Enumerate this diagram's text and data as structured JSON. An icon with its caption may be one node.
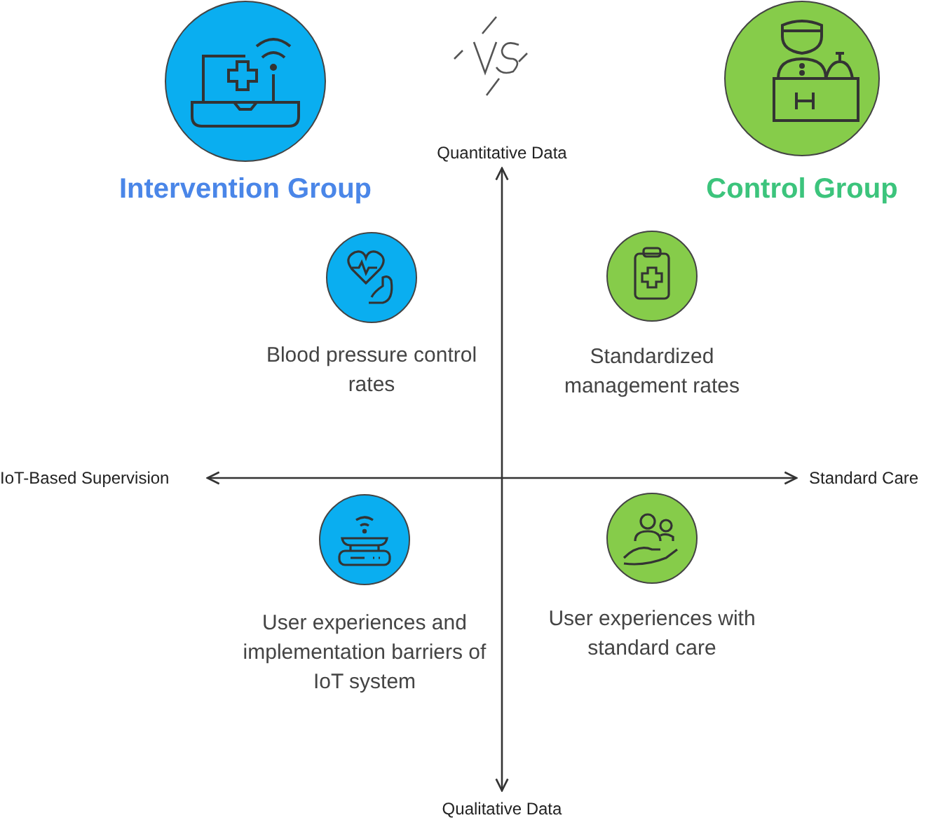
{
  "diagram": {
    "nodes": [
      {
        "text": [
          "Intervention Group"
        ]
      },
      {
        "text": [
          "Control Group"
        ]
      },
      {
        "text": [
          "Blood pressure control rates"
        ]
      },
      {
        "text": [
          "Standardized management rates"
        ]
      },
      {
        "text": [
          "User experiences and implementation barriers of IoT system"
        ]
      },
      {
        "text": [
          "User experiences with standard care"
        ]
      }
    ],
    "labels": [
      "Quantitative Data",
      "IoT-Based Supervision",
      "Standard Care",
      "Qualitative Data"
    ]
  }
}
